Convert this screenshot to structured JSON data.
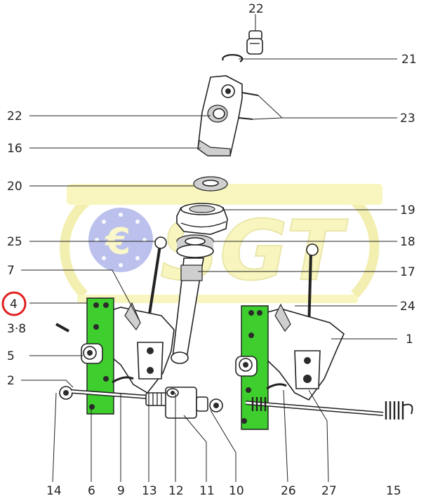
{
  "diagram": {
    "callouts": [
      "22",
      "21",
      "22",
      "23",
      "16",
      "20",
      "19",
      "25",
      "18",
      "7",
      "17",
      "4",
      "24",
      "3·8",
      "1",
      "5",
      "2",
      "14",
      "6",
      "9",
      "13",
      "12",
      "11",
      "10",
      "26",
      "27",
      "15"
    ],
    "highlighted_callout": "4",
    "watermark": {
      "text": "SGT",
      "symbol": "€"
    },
    "colors": {
      "highlight_parts": "#3ecf2e",
      "callout_ring": "#e02020",
      "watermark_yellow": "#f3ef8a",
      "watermark_blue": "#4f5fc8",
      "ink": "#222222"
    }
  }
}
